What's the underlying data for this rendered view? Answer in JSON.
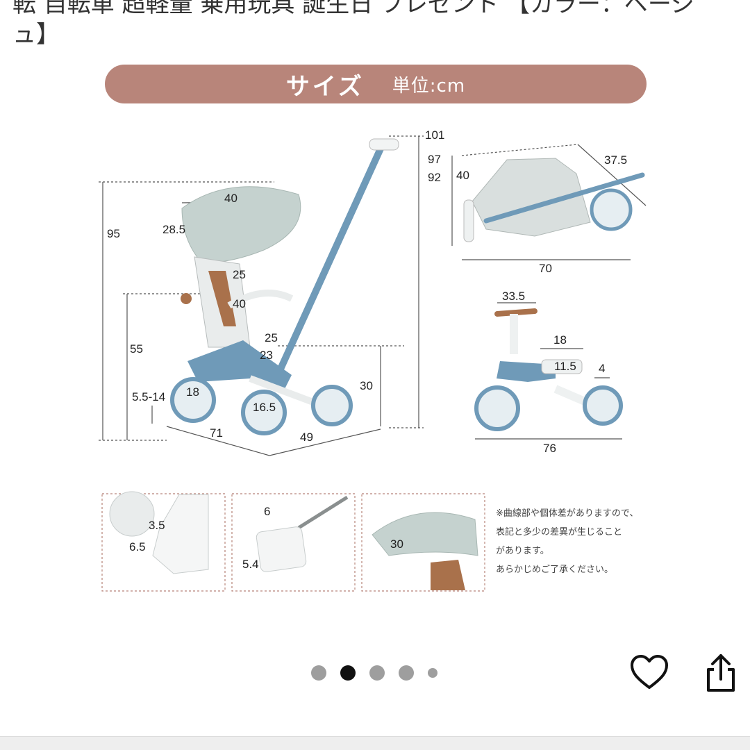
{
  "listing": {
    "title_line1": "転 自転車 超軽量 乗用玩具 誕生日 プレゼント 【カラー：ベージ",
    "title_line2": "ュ】"
  },
  "size_banner": {
    "title": "サイズ",
    "unit": "単位:cm"
  },
  "dimensions": {
    "main": {
      "total_height": "95",
      "canopy_width": "40",
      "canopy_depth": "28.5",
      "backrest_width": "25",
      "backrest_height": "40",
      "seat_width": "25",
      "seat_depth": "23",
      "seat_height": "55",
      "footrest_range": "5.5-14",
      "front_wheel": "18",
      "rear_wheel": "16.5",
      "length": "71",
      "width": "49",
      "rear_height": "30",
      "handle_101": "101",
      "handle_97": "97",
      "handle_92": "92"
    },
    "folded": {
      "height": "40",
      "depth": "37.5",
      "length": "70"
    },
    "balance_bike": {
      "handlebar": "33.5",
      "seat": "18",
      "seat_depth": "11.5",
      "gap": "4",
      "length": "76"
    },
    "footrest": {
      "width": "3.5",
      "length": "6.5"
    },
    "pedal": {
      "width": "6",
      "height": "5.4"
    },
    "canopy": {
      "width": "30"
    }
  },
  "note_lines": [
    "※曲線部や個体差がありますので、",
    "表記と多少の差異が生じること",
    "があります。",
    "あらかじめご了承ください。"
  ],
  "pager": {
    "count": 5,
    "active_index": 1
  },
  "colors": {
    "banner": "#b8857a",
    "frame_blue": "#6f9ab8",
    "canopy": "#c5d2cf",
    "accent_brown": "#a9714b"
  }
}
